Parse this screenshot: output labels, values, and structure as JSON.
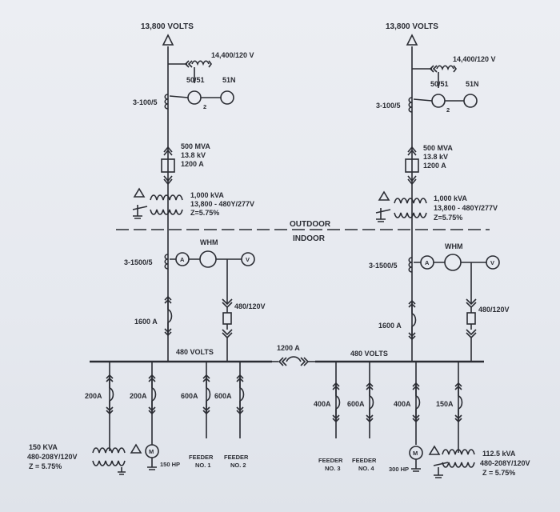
{
  "left": {
    "voltage": "13,800 VOLTS",
    "pt_label": "14,400/120 V",
    "relay_a": "50/51",
    "relay_b": "51N",
    "relay_num": "2",
    "ct_hv": "3-100/5",
    "breaker": [
      "500 MVA",
      "13.8 kV",
      "1200 A"
    ],
    "transformer": [
      "1,000 kVA",
      "13,800 - 480Y/277V",
      "Z=5.75%"
    ],
    "whm": "WHM",
    "ct_lv": "3-1500/5",
    "meter_a": "A",
    "meter_v": "V",
    "pt_lv": "480/120V",
    "main_breaker": "1600 A",
    "bus": "480 VOLTS",
    "branches": [
      "200A",
      "200A",
      "600A",
      "600A"
    ],
    "load_xfmr": [
      "150 KVA",
      "480-208Y/120V",
      "Z = 5.75%"
    ],
    "motor": "M",
    "motor_hp": "150 HP",
    "feeders": [
      [
        "FEEDER",
        "NO. 1"
      ],
      [
        "FEEDER",
        "NO. 2"
      ]
    ]
  },
  "right": {
    "voltage": "13,800 VOLTS",
    "pt_label": "14,400/120 V",
    "relay_a": "50/51",
    "relay_b": "51N",
    "relay_num": "2",
    "ct_hv": "3-100/5",
    "breaker": [
      "500 MVA",
      "13.8 kV",
      "1200 A"
    ],
    "transformer": [
      "1,000 kVA",
      "13,800 - 480Y/277V",
      "Z=5.75%"
    ],
    "whm": "WHM",
    "ct_lv": "3-1500/5",
    "meter_a": "A",
    "meter_v": "V",
    "pt_lv": "480/120V",
    "main_breaker": "1600 A",
    "bus": "480 VOLTS",
    "branches": [
      "400A",
      "600A",
      "400A",
      "150A"
    ],
    "load_xfmr": [
      "112.5 kVA",
      "480-208Y/120V",
      "Z = 5.75%"
    ],
    "motor": "M",
    "motor_hp": "300 HP",
    "feeders": [
      [
        "FEEDER",
        "NO. 3"
      ],
      [
        "FEEDER",
        "NO. 4"
      ]
    ]
  },
  "tie_breaker": "1200 A",
  "outdoor": "OUTDOOR",
  "indoor": "INDOOR"
}
